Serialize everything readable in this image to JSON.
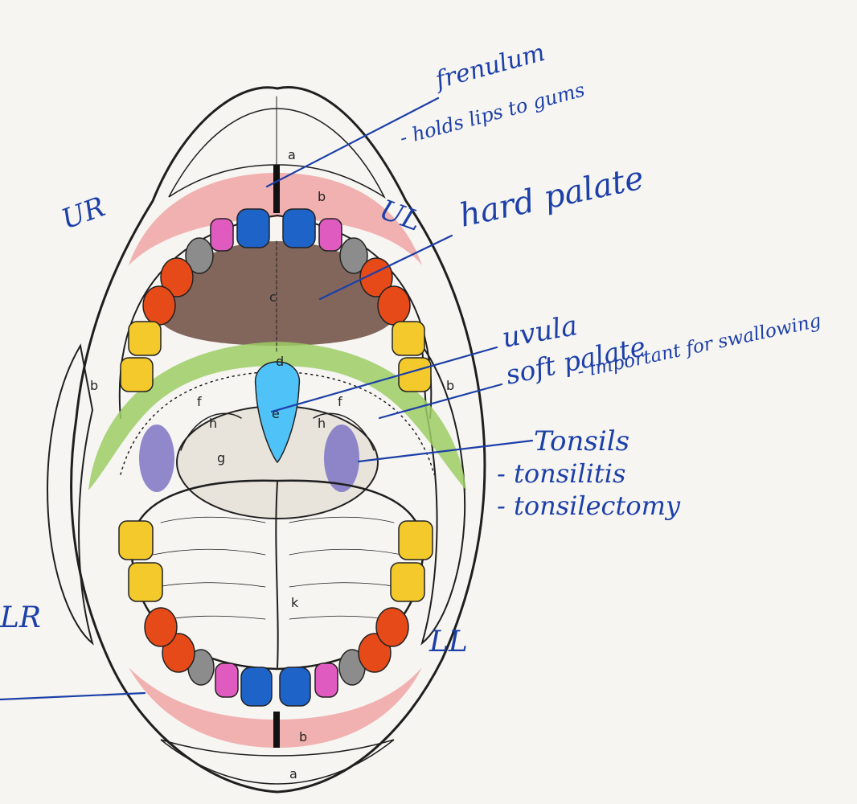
{
  "colors": {
    "ink": "#1c3fa8",
    "gums": "#ef9a9a",
    "hard_palate": "#6d4c41",
    "soft_palate": "#9ccc65",
    "uvula": "#4fc3f7",
    "tonsils": "#7e74c4",
    "incisors_central": "#1e63c8",
    "incisors_lateral": "#e05bbf",
    "canines": "#8c8c8c",
    "premolars": "#e64a19",
    "molars": "#f4c92c"
  },
  "quadrants": {
    "upper_right": "UR",
    "upper_left": "UL",
    "lower_right": "LR",
    "lower_left": "LL"
  },
  "labels": {
    "frenulum_title": "frenulum",
    "frenulum_note": "- holds lips to gums",
    "hard_palate": "hard palate",
    "uvula": "uvula",
    "soft_palate_title": "soft palate",
    "soft_palate_note": "- important for swallowing",
    "tonsils_title": "Tonsils",
    "tonsils_note1": "- tonsilitis",
    "tonsils_note2": "- tonsilectomy"
  },
  "letters": {
    "a": "a",
    "b": "b",
    "c": "c",
    "d": "d",
    "e": "e",
    "f": "f",
    "g": "g",
    "h": "h",
    "k": "k"
  }
}
